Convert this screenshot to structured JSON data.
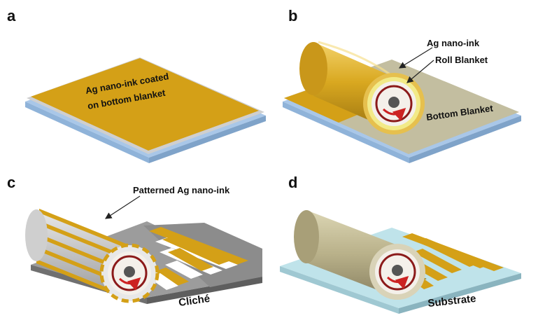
{
  "panels": {
    "a": {
      "letter": "a",
      "label_line1": "Ag nano-ink coated",
      "label_line2": "on bottom blanket"
    },
    "b": {
      "letter": "b",
      "callout_ink": "Ag nano-ink",
      "callout_roll": "Roll Blanket",
      "label_bottom": "Bottom Blanket"
    },
    "c": {
      "letter": "c",
      "callout_pattern": "Patterned Ag nano-ink",
      "label_cliche": "Cliché"
    },
    "d": {
      "letter": "d",
      "label_substrate": "Substrate"
    }
  },
  "colors": {
    "ag_ink": "#d4a017",
    "ag_ink_dark": "#a87d08",
    "roll_body": "#e0b84a",
    "roll_gray": "#b5ad87",
    "blanket_base": "#a9c7e8",
    "bottom_blanket": "#c3bea0",
    "cliche": "#8c8c8c",
    "substrate": "#bfe3ea",
    "arrow_red": "#cc2222"
  }
}
